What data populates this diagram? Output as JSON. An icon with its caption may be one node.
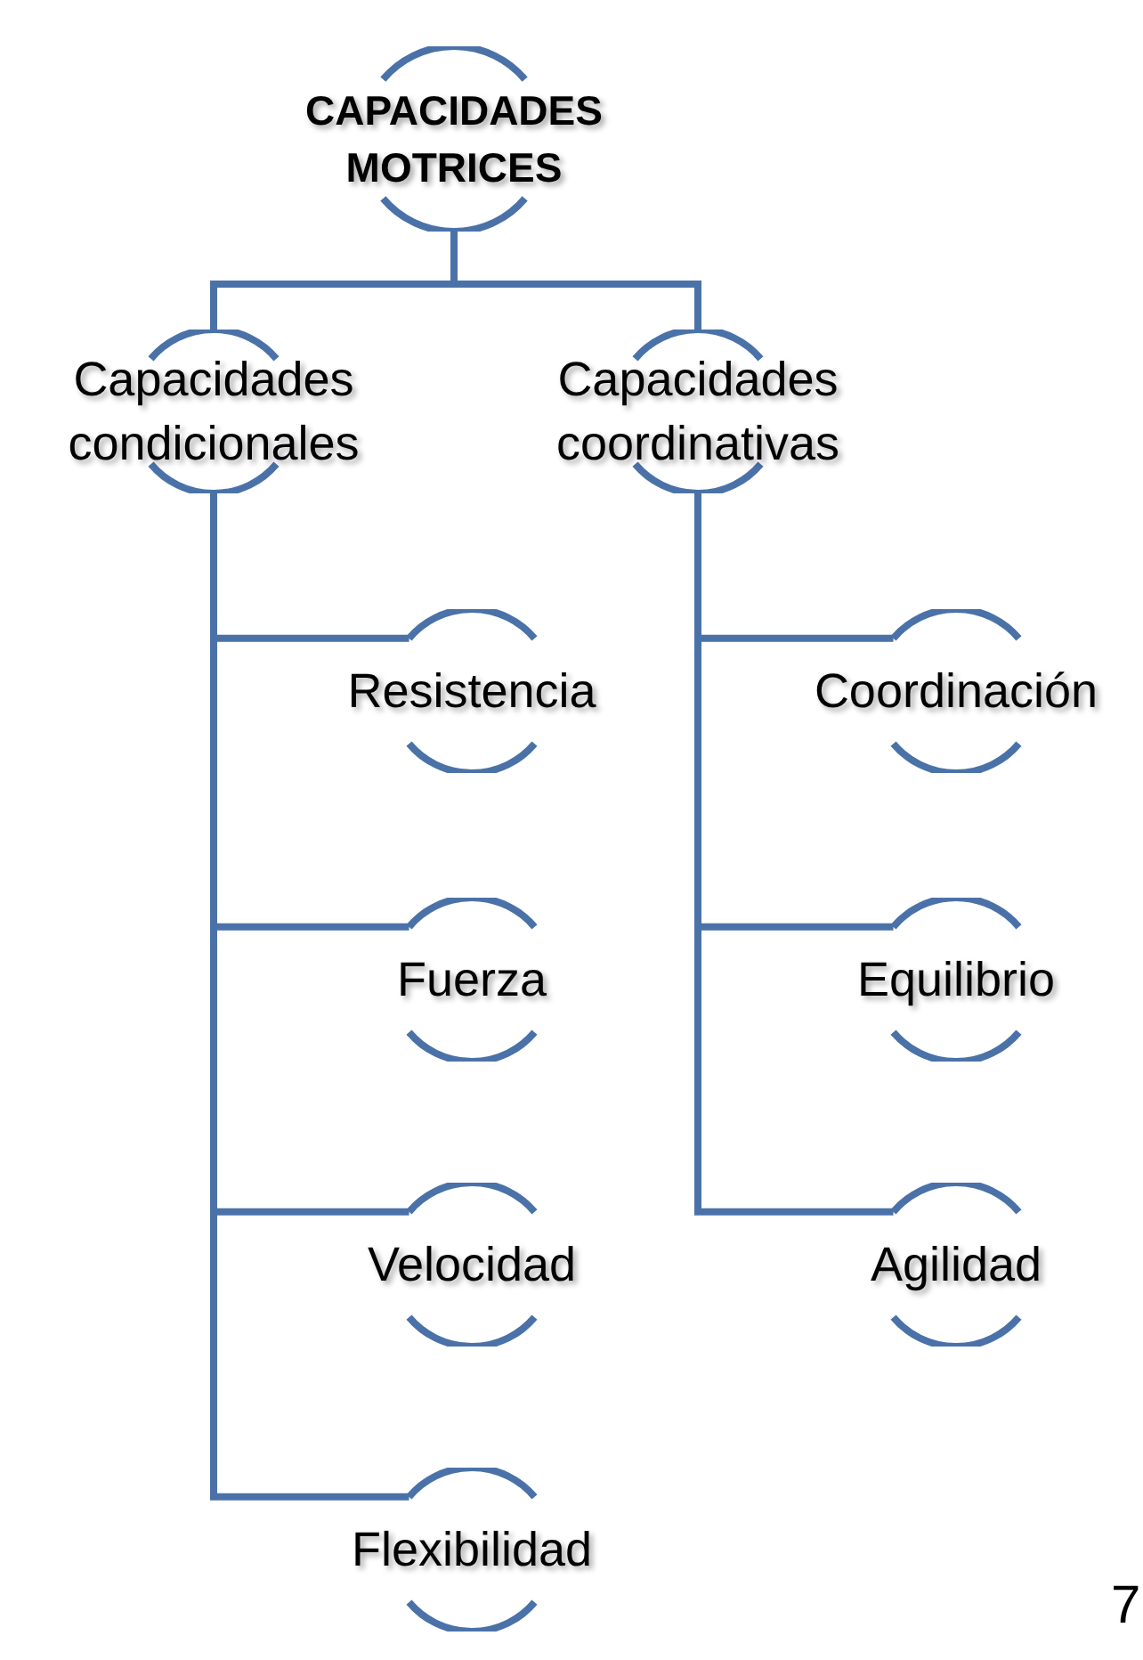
{
  "diagram": {
    "nodes": [
      {
        "text": [
          "CAPACIDADES MOTRICES"
        ]
      },
      {
        "text": [
          "Capacidades condicionales"
        ]
      },
      {
        "text": [
          "Capacidades coordinativas"
        ]
      },
      {
        "text": [
          "Resistencia"
        ]
      },
      {
        "text": [
          "Fuerza"
        ]
      },
      {
        "text": [
          "Velocidad"
        ]
      },
      {
        "text": [
          "Flexibilidad"
        ]
      },
      {
        "text": [
          "Coordinación"
        ]
      },
      {
        "text": [
          "Equilibrio"
        ]
      },
      {
        "text": [
          "Agilidad"
        ]
      }
    ],
    "edges": [
      {
        "from": 0,
        "to": 1,
        "arrow": "none"
      },
      {
        "from": 0,
        "to": 2,
        "arrow": "none"
      },
      {
        "from": 1,
        "to": 3,
        "arrow": "none"
      },
      {
        "from": 1,
        "to": 4,
        "arrow": "none"
      },
      {
        "from": 1,
        "to": 5,
        "arrow": "none"
      },
      {
        "from": 1,
        "to": 6,
        "arrow": "none"
      },
      {
        "from": 2,
        "to": 7,
        "arrow": "none"
      },
      {
        "from": 2,
        "to": 8,
        "arrow": "none"
      },
      {
        "from": 2,
        "to": 9,
        "arrow": "none"
      }
    ],
    "labels": [
      "7"
    ]
  }
}
